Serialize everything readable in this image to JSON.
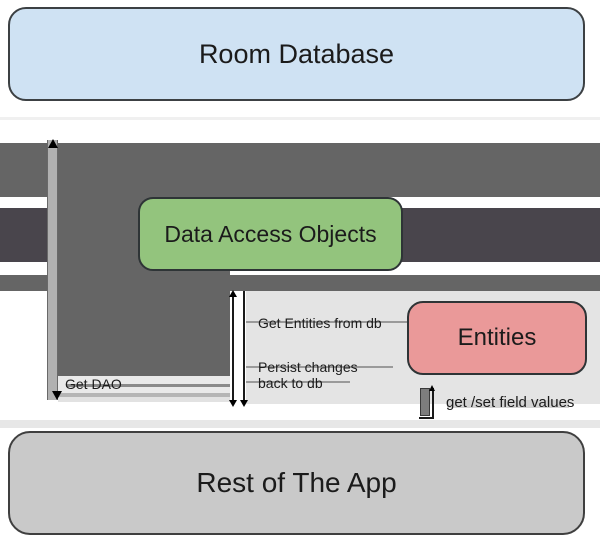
{
  "diagram": {
    "nodes": {
      "room_database": {
        "label": "Room Database",
        "fill": "#cfe2f3"
      },
      "data_access_objects": {
        "label": "Data Access Objects",
        "fill": "#93c47d"
      },
      "entities": {
        "label": "Entities",
        "fill": "#ea9999"
      },
      "rest_of_app": {
        "label": "Rest of The App",
        "fill": "#c9c9c9"
      }
    },
    "edges": {
      "get_dao": {
        "label": "Get DAO"
      },
      "get_entities_from_db": {
        "label": "Get Entities from db"
      },
      "persist_changes": {
        "label_line1": "Persist changes",
        "label_line2": "back to db"
      },
      "get_set_field_values": {
        "label": "get /set field values"
      }
    },
    "colors": {
      "band_medium_gray": "#656565",
      "band_dark_gray": "#49454c",
      "vertical_bar_gray": "#b1b1b1",
      "panel_light_gray": "#e4e4e4",
      "node_border": "#3c4043",
      "background": "#ffffff"
    }
  }
}
